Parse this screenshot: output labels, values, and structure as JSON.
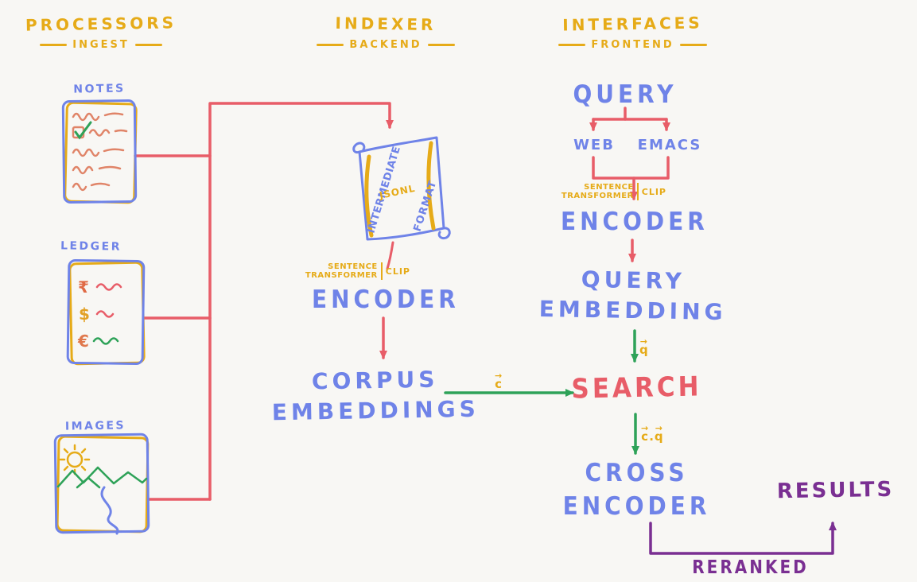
{
  "colors": {
    "yellow": "#E6AB18",
    "blue": "#6F83E8",
    "red": "#E85D68",
    "green": "#2EA258",
    "purple": "#7A2F92",
    "scribble_orange": "#E08468",
    "background": "#f8f7f4"
  },
  "columns": [
    {
      "title": "PROCESSORS",
      "subtitle": "INGEST"
    },
    {
      "title": "INDEXER",
      "subtitle": "BACKEND"
    },
    {
      "title": "INTERFACES",
      "subtitle": "FRONTEND"
    }
  ],
  "processors": {
    "notes_label": "NOTES",
    "ledger_label": "LEDGER",
    "images_label": "IMAGES",
    "ledger_currencies": [
      "₹",
      "$",
      "€"
    ]
  },
  "indexer": {
    "scroll_left": "INTERMEDIATE",
    "scroll_center": "JSONL",
    "scroll_right": "FORMAT",
    "model_line1": "SENTENCE",
    "model_line2": "TRANSFORMER",
    "model_alt": "CLIP",
    "encoder": "ENCODER",
    "corpus_line1": "CORPUS",
    "corpus_line2": "EMBEDDINGS"
  },
  "interfaces": {
    "query": "QUERY",
    "web": "WEB",
    "emacs": "EMACS",
    "model_line1": "SENTENCE",
    "model_line2": "TRANSFORMER",
    "model_alt": "CLIP",
    "encoder": "ENCODER",
    "embedding_line1": "QUERY",
    "embedding_line2": "EMBEDDING",
    "search": "SEARCH",
    "cross_line1": "CROSS",
    "cross_line2": "ENCODER",
    "results": "RESULTS",
    "reranked": "RERANKED"
  },
  "vectors": {
    "arrow": "→",
    "c": "c",
    "q": "q",
    "dot": "."
  }
}
